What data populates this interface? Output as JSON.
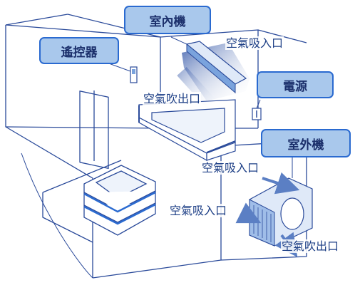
{
  "callouts": {
    "indoor_unit": "室內機",
    "remote_control": "遙控器",
    "power_supply": "電源",
    "outdoor_unit": "室外機"
  },
  "labels": {
    "indoor_intake": "空氣吸入口",
    "indoor_outlet": "空氣吹出口",
    "outdoor_intake_top": "空氣吸入口",
    "outdoor_intake_left": "空氣吸入口",
    "outdoor_outlet": "空氣吹出口"
  },
  "colors": {
    "line": "#2a4a9a",
    "callout_fill": "#a9c8ec",
    "callout_border": "#2a6ad0",
    "text": "#1d3f86",
    "arrow": "#5b7fc4"
  }
}
